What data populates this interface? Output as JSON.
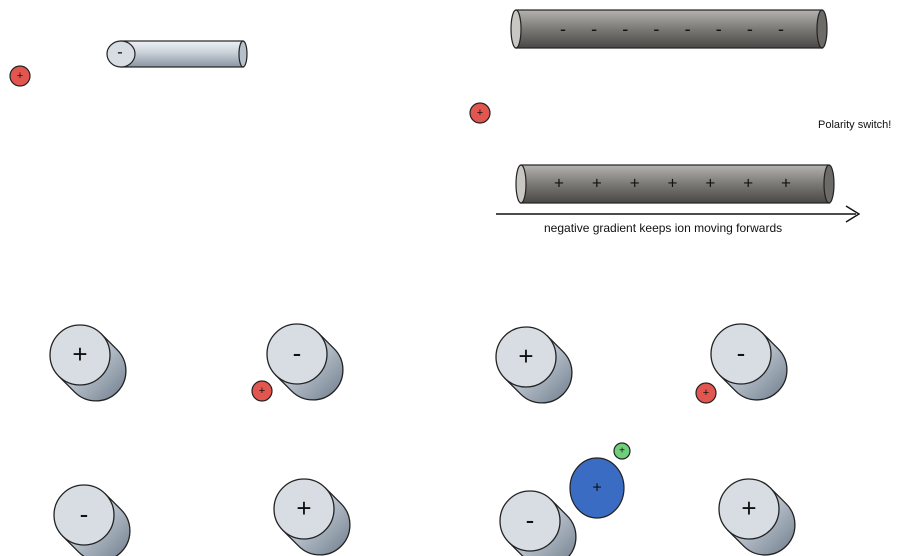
{
  "labels": {
    "polarity_switch": "Polarity switch!",
    "gradient_note": "negative gradient keeps ion moving forwards"
  },
  "symbols": {
    "plus": "+",
    "minus": "-"
  },
  "top_left_rod": {
    "end_charge": "-"
  },
  "top_right_rods": {
    "upper_charges": [
      "-",
      "-",
      "-",
      "-",
      "-",
      "-",
      "-",
      "-"
    ],
    "lower_charges": [
      "+",
      "+",
      "+",
      "+",
      "+",
      "+",
      "+"
    ]
  },
  "quadrupoles": [
    {
      "charges": [
        "+",
        "-",
        "-",
        "+"
      ],
      "ion_charge": "+",
      "ion_beside": "top-right"
    },
    {
      "charges": [
        "+",
        "-",
        "-",
        "+"
      ],
      "ion_charge": "+",
      "ion_beside": "top-right"
    }
  ],
  "big_ion": {
    "charge": "+"
  },
  "small_ion": {
    "charge": "+"
  },
  "colors": {
    "ion_red": "#e2564f",
    "ion_blue": "#3a6cc4",
    "ion_green": "#6fcf7a",
    "rod_light": "#cfd6de",
    "rod_dark": "#6e6c69",
    "face_light": "#d7dde2"
  }
}
